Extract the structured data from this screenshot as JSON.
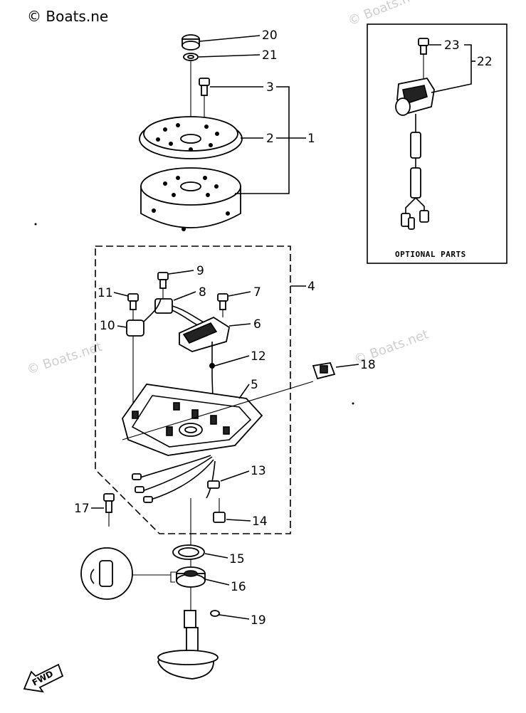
{
  "watermarks": {
    "top_left": "© Boats.ne",
    "top_right": "© Boats.net",
    "mid_left": "© Boats.net",
    "mid_right": "© Boats.net"
  },
  "callouts": {
    "p1": "1",
    "p2": "2",
    "p3": "3",
    "p4": "4",
    "p5": "5",
    "p6": "6",
    "p7": "7",
    "p8": "8",
    "p9": "9",
    "p10": "10",
    "p11": "11",
    "p12": "12",
    "p13": "13",
    "p14": "14",
    "p15": "15",
    "p16": "16",
    "p17": "17",
    "p18": "18",
    "p19": "19",
    "p20": "20",
    "p21": "21",
    "p22": "22",
    "p23": "23"
  },
  "optional_box": {
    "label": "OPTIONAL PARTS"
  },
  "fwd_arrow": {
    "label": "FWD"
  }
}
